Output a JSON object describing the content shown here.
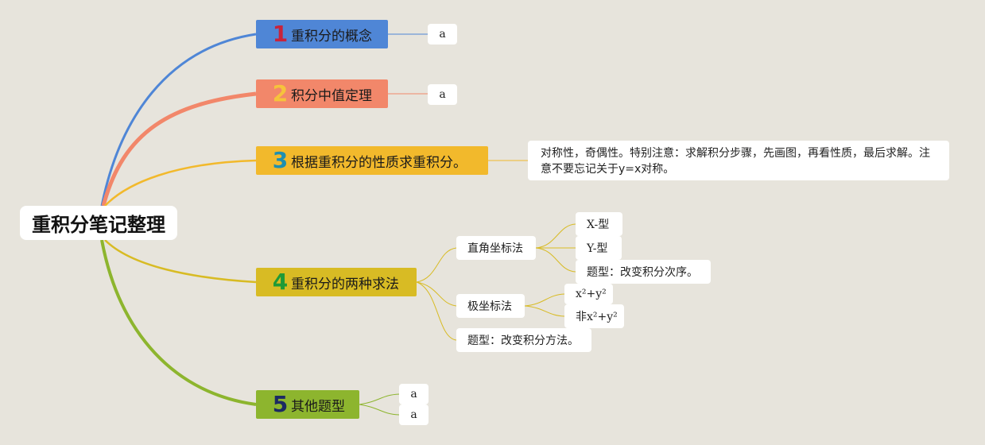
{
  "root": {
    "title": "重积分笔记整理"
  },
  "branches": [
    {
      "number": "1",
      "label": "重积分的概念",
      "color": "#4f86d6",
      "number_color": "#c8233b",
      "children": [
        {
          "label": "a"
        }
      ]
    },
    {
      "number": "2",
      "label": "积分中值定理",
      "color": "#f2876a",
      "number_color": "#f6c33b",
      "children": [
        {
          "label": "a"
        }
      ]
    },
    {
      "number": "3",
      "label": "根据重积分的性质求重积分。",
      "color": "#f2b92c",
      "number_color": "#1f8fb0",
      "children": [
        {
          "label": "对称性，奇偶性。特别注意：求解积分步骤，先画图，再看性质，最后求解。注意不要忘记关于y=x对称。"
        }
      ]
    },
    {
      "number": "4",
      "label": "重积分的两种求法",
      "color": "#d8bb24",
      "number_color": "#1f9a37",
      "children": [
        {
          "label": "直角坐标法",
          "children": [
            {
              "label": "X-型"
            },
            {
              "label": "Y-型"
            },
            {
              "label": "题型：改变积分次序。"
            }
          ]
        },
        {
          "label": "极坐标法",
          "children": [
            {
              "label": "x²+y²"
            },
            {
              "label": "非x²+y²"
            }
          ]
        },
        {
          "label": "题型：改变积分方法。"
        }
      ]
    },
    {
      "number": "5",
      "label": "其他题型",
      "color": "#8db52e",
      "number_color": "#1c2a62",
      "children": [
        {
          "label": "a"
        },
        {
          "label": "a"
        }
      ]
    }
  ]
}
